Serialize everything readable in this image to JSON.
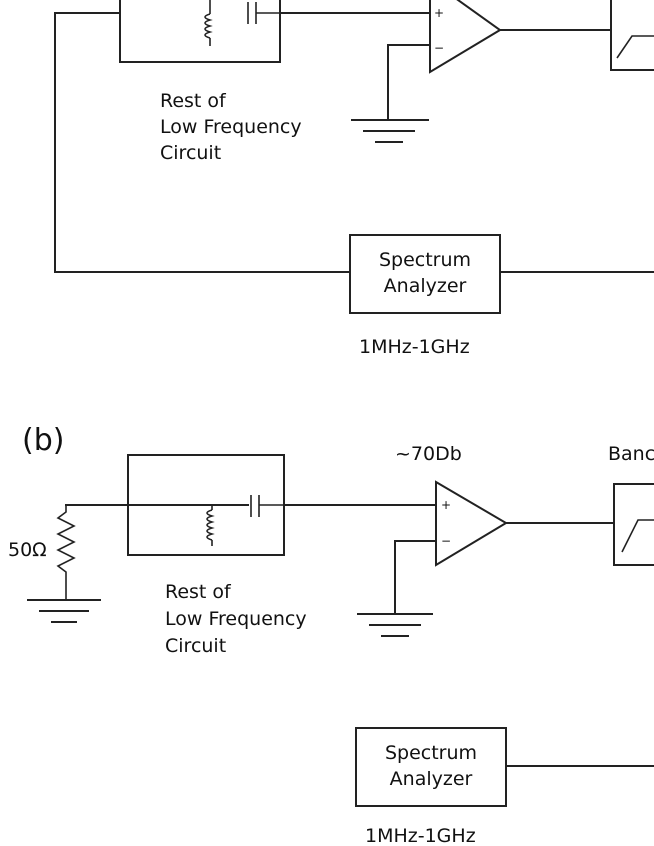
{
  "panel_b": {
    "label": "(b)",
    "gain": "~70Db",
    "bandpass_label_partial": "Banc",
    "resistor": "50Ω"
  },
  "amp_signs": {
    "plus": "+",
    "minus": "−"
  },
  "circuit_box": {
    "caption_line1": "Rest of",
    "caption_line2": "Low Frequency",
    "caption_line3": "Circuit"
  },
  "spectrum_analyzer": {
    "line1": "Spectrum",
    "line2": "Analyzer",
    "range": "1MHz-1GHz"
  },
  "icons": [
    "inductor-icon",
    "capacitor-icon",
    "op-amp-icon",
    "ground-icon",
    "resistor-icon",
    "bandpass-filter-icon"
  ]
}
